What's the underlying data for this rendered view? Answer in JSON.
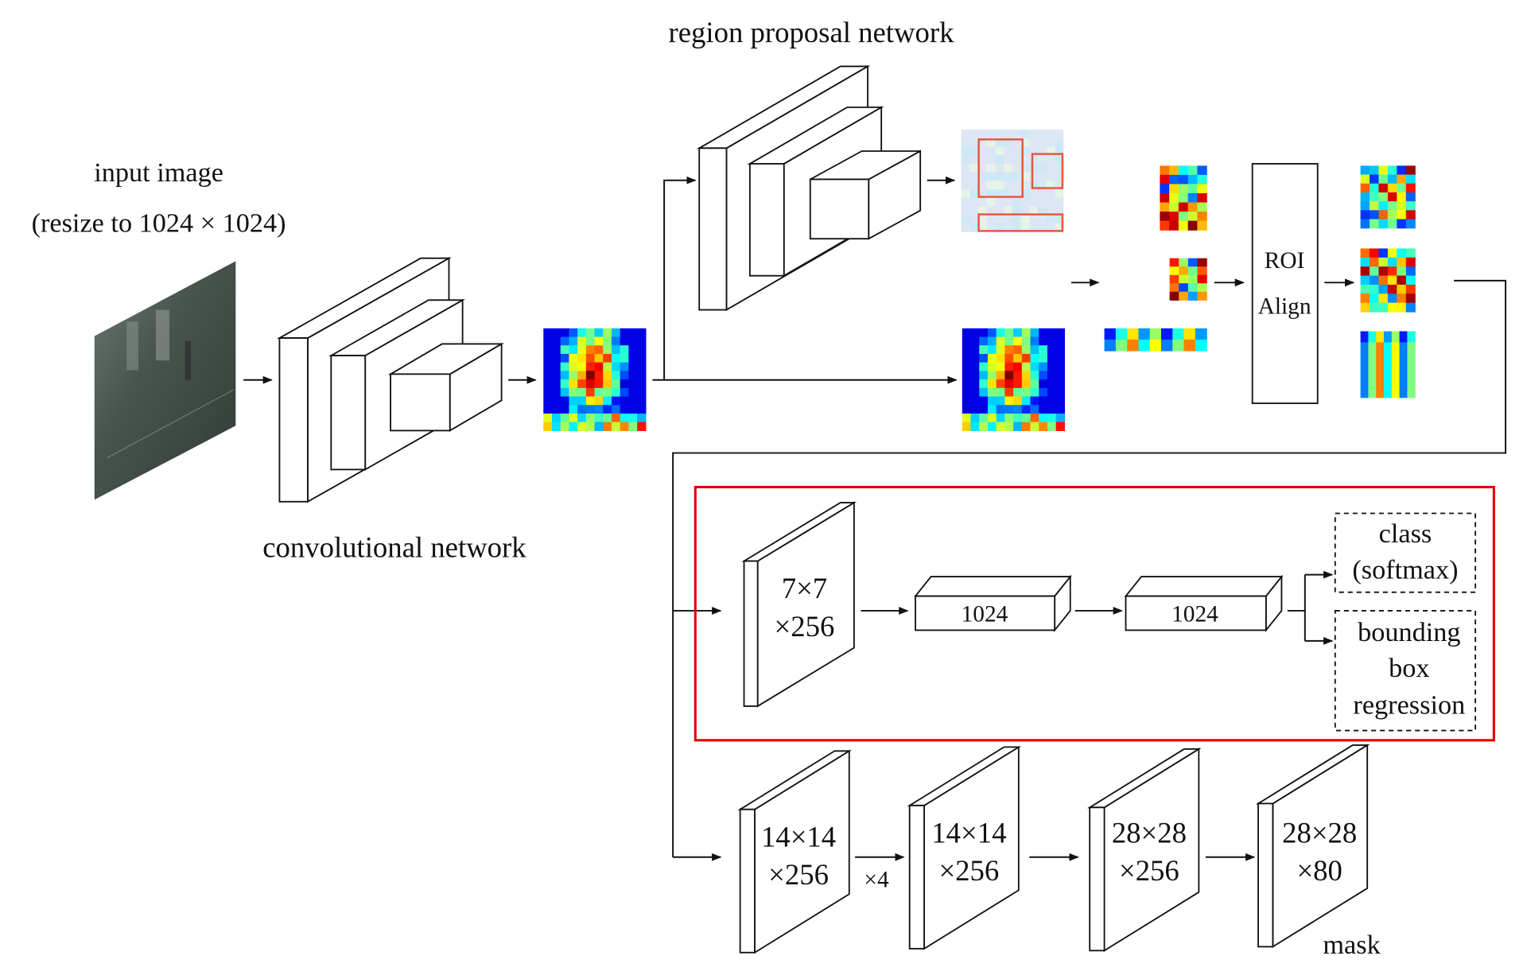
{
  "labels": {
    "input_image": "input image",
    "resize": "(resize to 1024 × 1024)",
    "conv_net": "convolutional network",
    "rpn": "region proposal network",
    "roi_line1": "ROI",
    "roi_line2": "Align",
    "mask": "mask"
  },
  "head": {
    "slab": [
      "7×7",
      "×256"
    ],
    "fc1": "1024",
    "fc2": "1024",
    "class_out": [
      "class",
      "(softmax)"
    ],
    "bbox_out": [
      "bounding",
      "box",
      "regression"
    ],
    "highlight_color": "#e00000"
  },
  "mask_branch": {
    "slabs": [
      [
        "14×14",
        "×256"
      ],
      [
        "14×14",
        "×256"
      ],
      [
        "28×28",
        "×256"
      ],
      [
        "28×28",
        "×80"
      ]
    ],
    "repeat": "×4"
  },
  "colors": {
    "proposal_box": "#e8553a",
    "proposal_bg": "#dde6f5"
  }
}
